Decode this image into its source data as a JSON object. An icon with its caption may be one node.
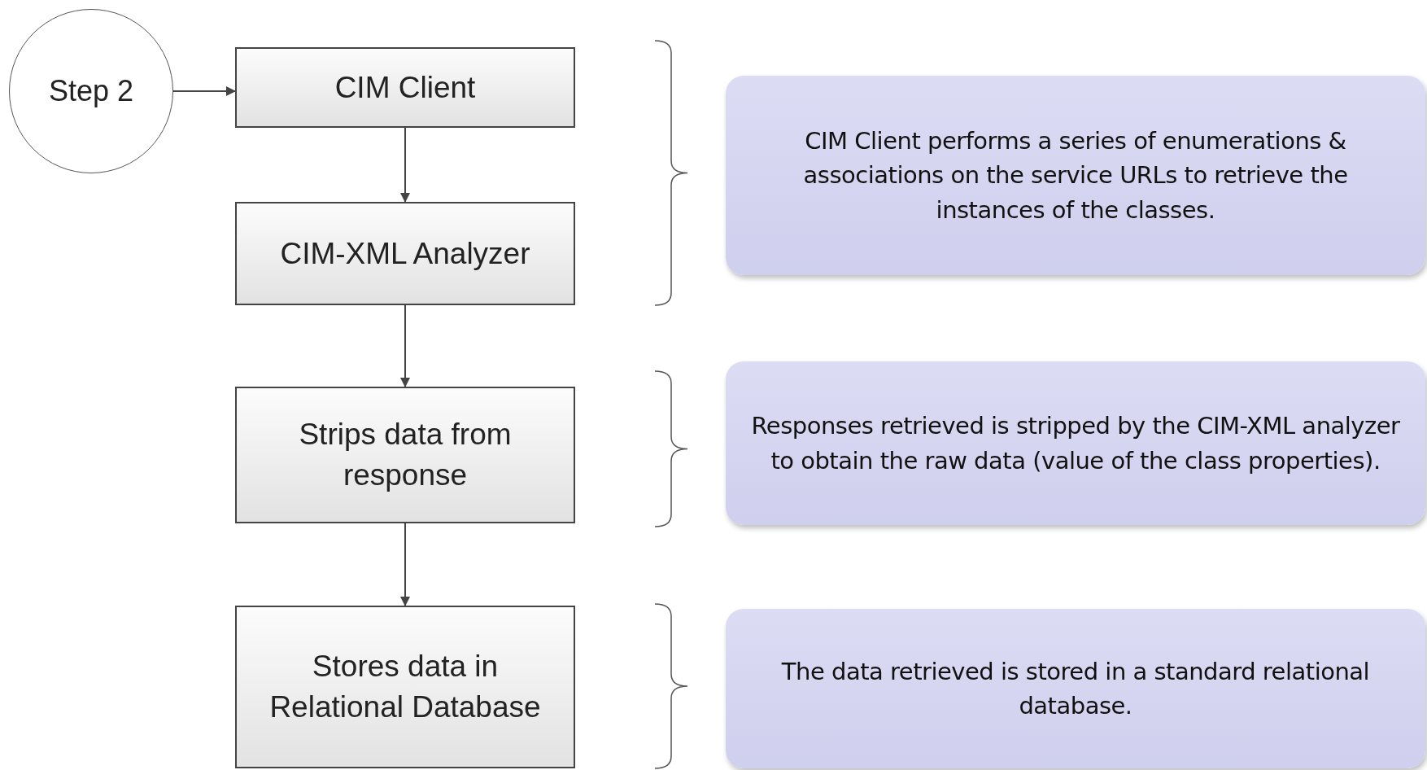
{
  "diagram": {
    "nodes": [
      {
        "text": [
          "Step 2"
        ]
      },
      {
        "text": [
          "CIM Client"
        ]
      },
      {
        "text": [
          "CIM-XML Analyzer"
        ]
      },
      {
        "text": [
          "Strips data from response"
        ]
      },
      {
        "text": [
          "Stores data in Relational Database"
        ]
      },
      {
        "text": [
          "CIM Client performs a series of enumerations & associations on the service URLs to retrieve the instances of the classes."
        ]
      },
      {
        "text": [
          "Responses retrieved is stripped by the CIM-XML analyzer to obtain the raw data (value of the class properties)."
        ]
      },
      {
        "text": [
          "The data retrieved is stored in a standard relational database."
        ]
      }
    ],
    "edges": [
      {
        "from": 0,
        "to": 1,
        "arrow": "to"
      },
      {
        "from": 1,
        "to": 2,
        "arrow": "to"
      },
      {
        "from": 2,
        "to": 3,
        "arrow": "to"
      },
      {
        "from": 3,
        "to": 4,
        "arrow": "to"
      }
    ]
  }
}
